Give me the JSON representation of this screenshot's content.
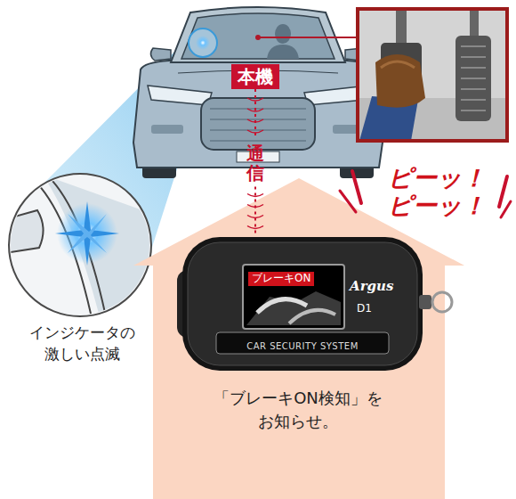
{
  "diagram": {
    "nodes": [
      {
        "text": [
          "本機"
        ]
      },
      {
        "text": [
          "「ブレーキON検知」を お知らせ。"
        ]
      },
      {
        "text": [
          "ブレーキON",
          "Argus",
          "D1",
          "CAR SECURITY SYSTEM"
        ],
        "in": 1
      }
    ],
    "edges": [
      {
        "from": 0,
        "to": 2,
        "arrow": "none",
        "label": "通信"
      }
    ],
    "labels": [
      "インジケータの 激しい点滅",
      "ピーッ！ ピーッ！"
    ]
  }
}
